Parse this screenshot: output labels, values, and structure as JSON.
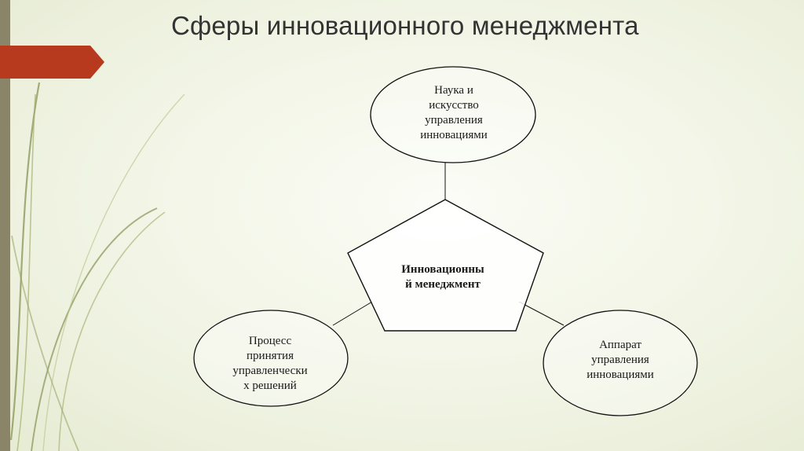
{
  "slide": {
    "title": "Сферы инновационного менеджмента"
  },
  "colors": {
    "background": "#eef2e0",
    "accent_red": "#b83a1e",
    "side_bar": "#8a8468",
    "decor_lines": "#8c9a5c",
    "shape_stroke": "#111111"
  },
  "diagram": {
    "center": {
      "label": "Инновационны\nй менеджмент",
      "shape": "pentagon"
    },
    "nodes": [
      {
        "id": "top",
        "label": "Наука и\nискусство\nуправления\nинновациями",
        "shape": "ellipse"
      },
      {
        "id": "left",
        "label": "Процесс\nпринятия\nуправленчески\nх решений",
        "shape": "ellipse"
      },
      {
        "id": "right",
        "label": "Аппарат\nуправления\nинновациями",
        "shape": "ellipse"
      }
    ]
  }
}
